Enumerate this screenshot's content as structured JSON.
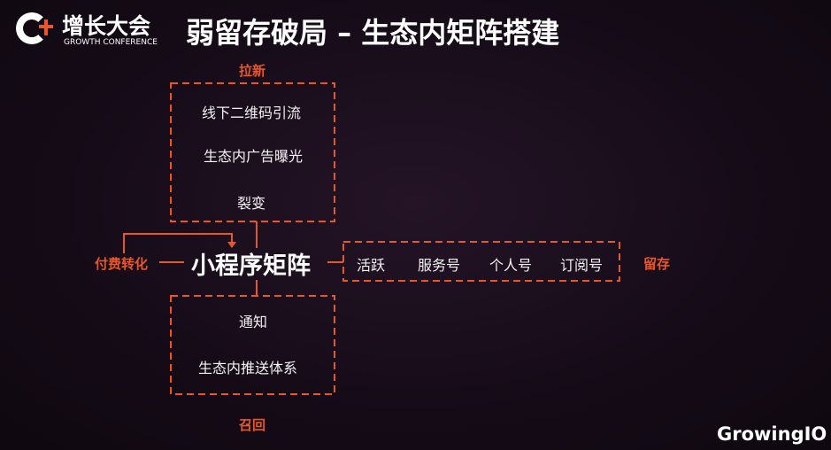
{
  "logo": {
    "cn": "增长大会",
    "en": "GROWTH CONFERENCE"
  },
  "title": "弱留存破局 – 生态内矩阵搭建",
  "center": "小程序矩阵",
  "acquire": {
    "label": "拉新",
    "items": [
      "线下二维码引流",
      "生态内广告曝光",
      "裂变"
    ]
  },
  "recall": {
    "label": "召回",
    "items": [
      "通知",
      "生态内推送体系"
    ]
  },
  "retain": {
    "label": "留存",
    "items": [
      "活跃",
      "服务号",
      "个人号",
      "订阅号"
    ]
  },
  "convert": {
    "label": "付费转化"
  },
  "brand": "GrowingIO",
  "colors": {
    "accent": "#e8562a",
    "background": "#150b17"
  }
}
